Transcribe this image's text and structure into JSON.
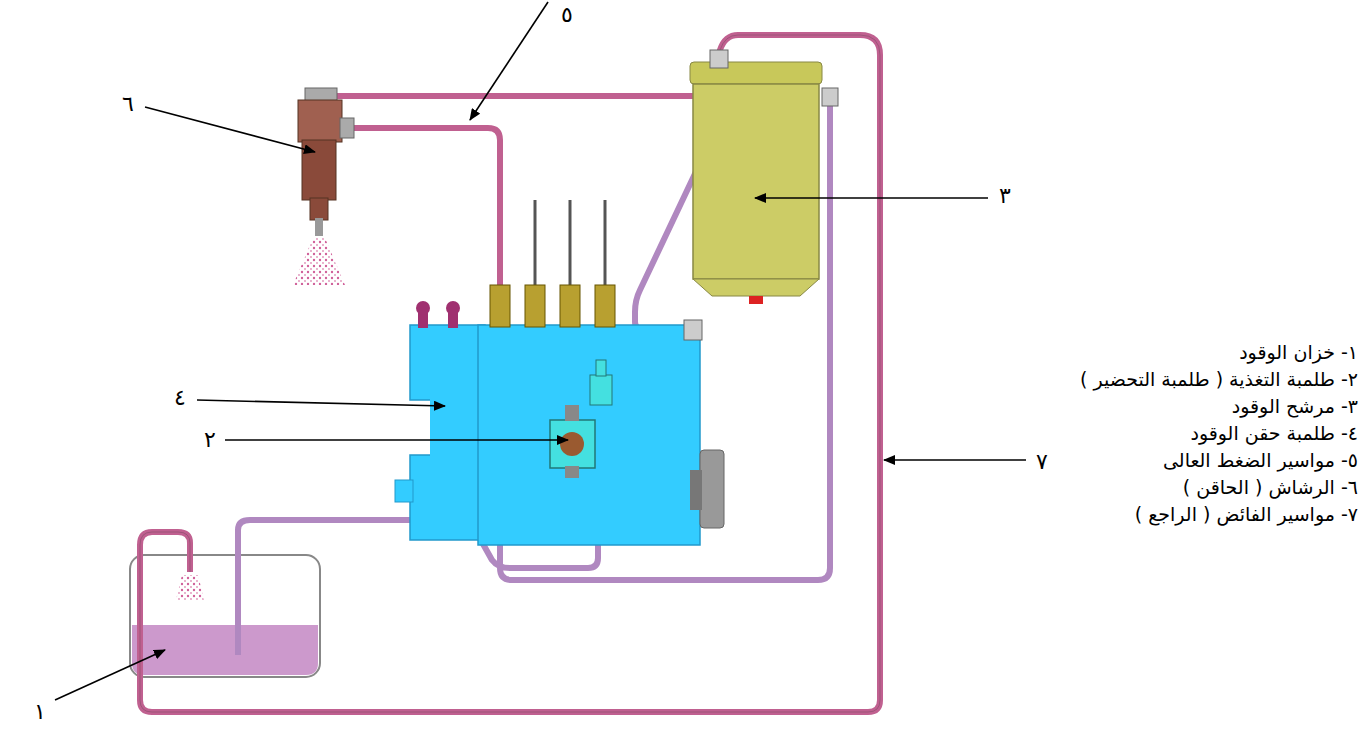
{
  "diagram": {
    "labels": [
      "٥",
      "٦",
      "٣",
      "٤",
      "٢",
      "٧",
      "١",
      "١- خزان الوقود",
      "٢- طلمبة التغذية ( طلمبة التحضير )",
      "٣- مرشح الوقود",
      "٤- طلمبة حقن الوقود",
      "٥- مواسير الضغط العالى",
      "٦- الرشاش ( الحاقن )",
      "٧- مواسير الفائض ( الراجع )"
    ]
  }
}
